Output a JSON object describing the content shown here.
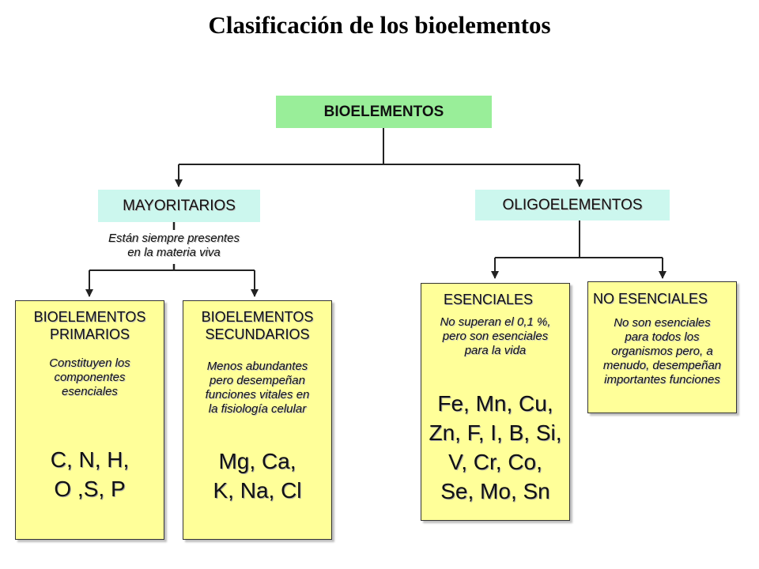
{
  "title": "Clasificación de los bioelementos",
  "root": {
    "label": "BIOELEMENTOS"
  },
  "mayoritarios": {
    "label": "MAYORITARIOS",
    "note_lines": [
      "Están siempre presentes",
      "en la materia viva"
    ],
    "primarios": {
      "title_lines": [
        "BIOELEMENTOS",
        "PRIMARIOS"
      ],
      "desc_lines": [
        "Constituyen los",
        "componentes",
        "esenciales"
      ],
      "element_lines": [
        "C, N, H,",
        "O ,S, P"
      ]
    },
    "secundarios": {
      "title_lines": [
        "BIOELEMENTOS",
        "SECUNDARIOS"
      ],
      "desc_lines": [
        "Menos abundantes",
        "pero desempeñan",
        "funciones vitales en",
        "la fisiología celular"
      ],
      "element_lines": [
        "Mg, Ca,",
        "K, Na, Cl"
      ]
    }
  },
  "oligoelementos": {
    "label": "OLIGOELEMENTOS",
    "esenciales": {
      "title": "ESENCIALES",
      "desc_lines": [
        "No superan el 0,1 %,",
        "pero son esenciales",
        "para la vida"
      ],
      "element_lines": [
        "Fe, Mn, Cu,",
        "Zn, F, I, B, Si,",
        "V, Cr, Co,",
        "Se, Mo, Sn"
      ]
    },
    "no_esenciales": {
      "title": "NO ESENCIALES",
      "desc_lines": [
        "No son esenciales",
        "para todos los",
        "organismos pero, a",
        "menudo, desempeñan",
        "importantes funciones"
      ]
    }
  }
}
